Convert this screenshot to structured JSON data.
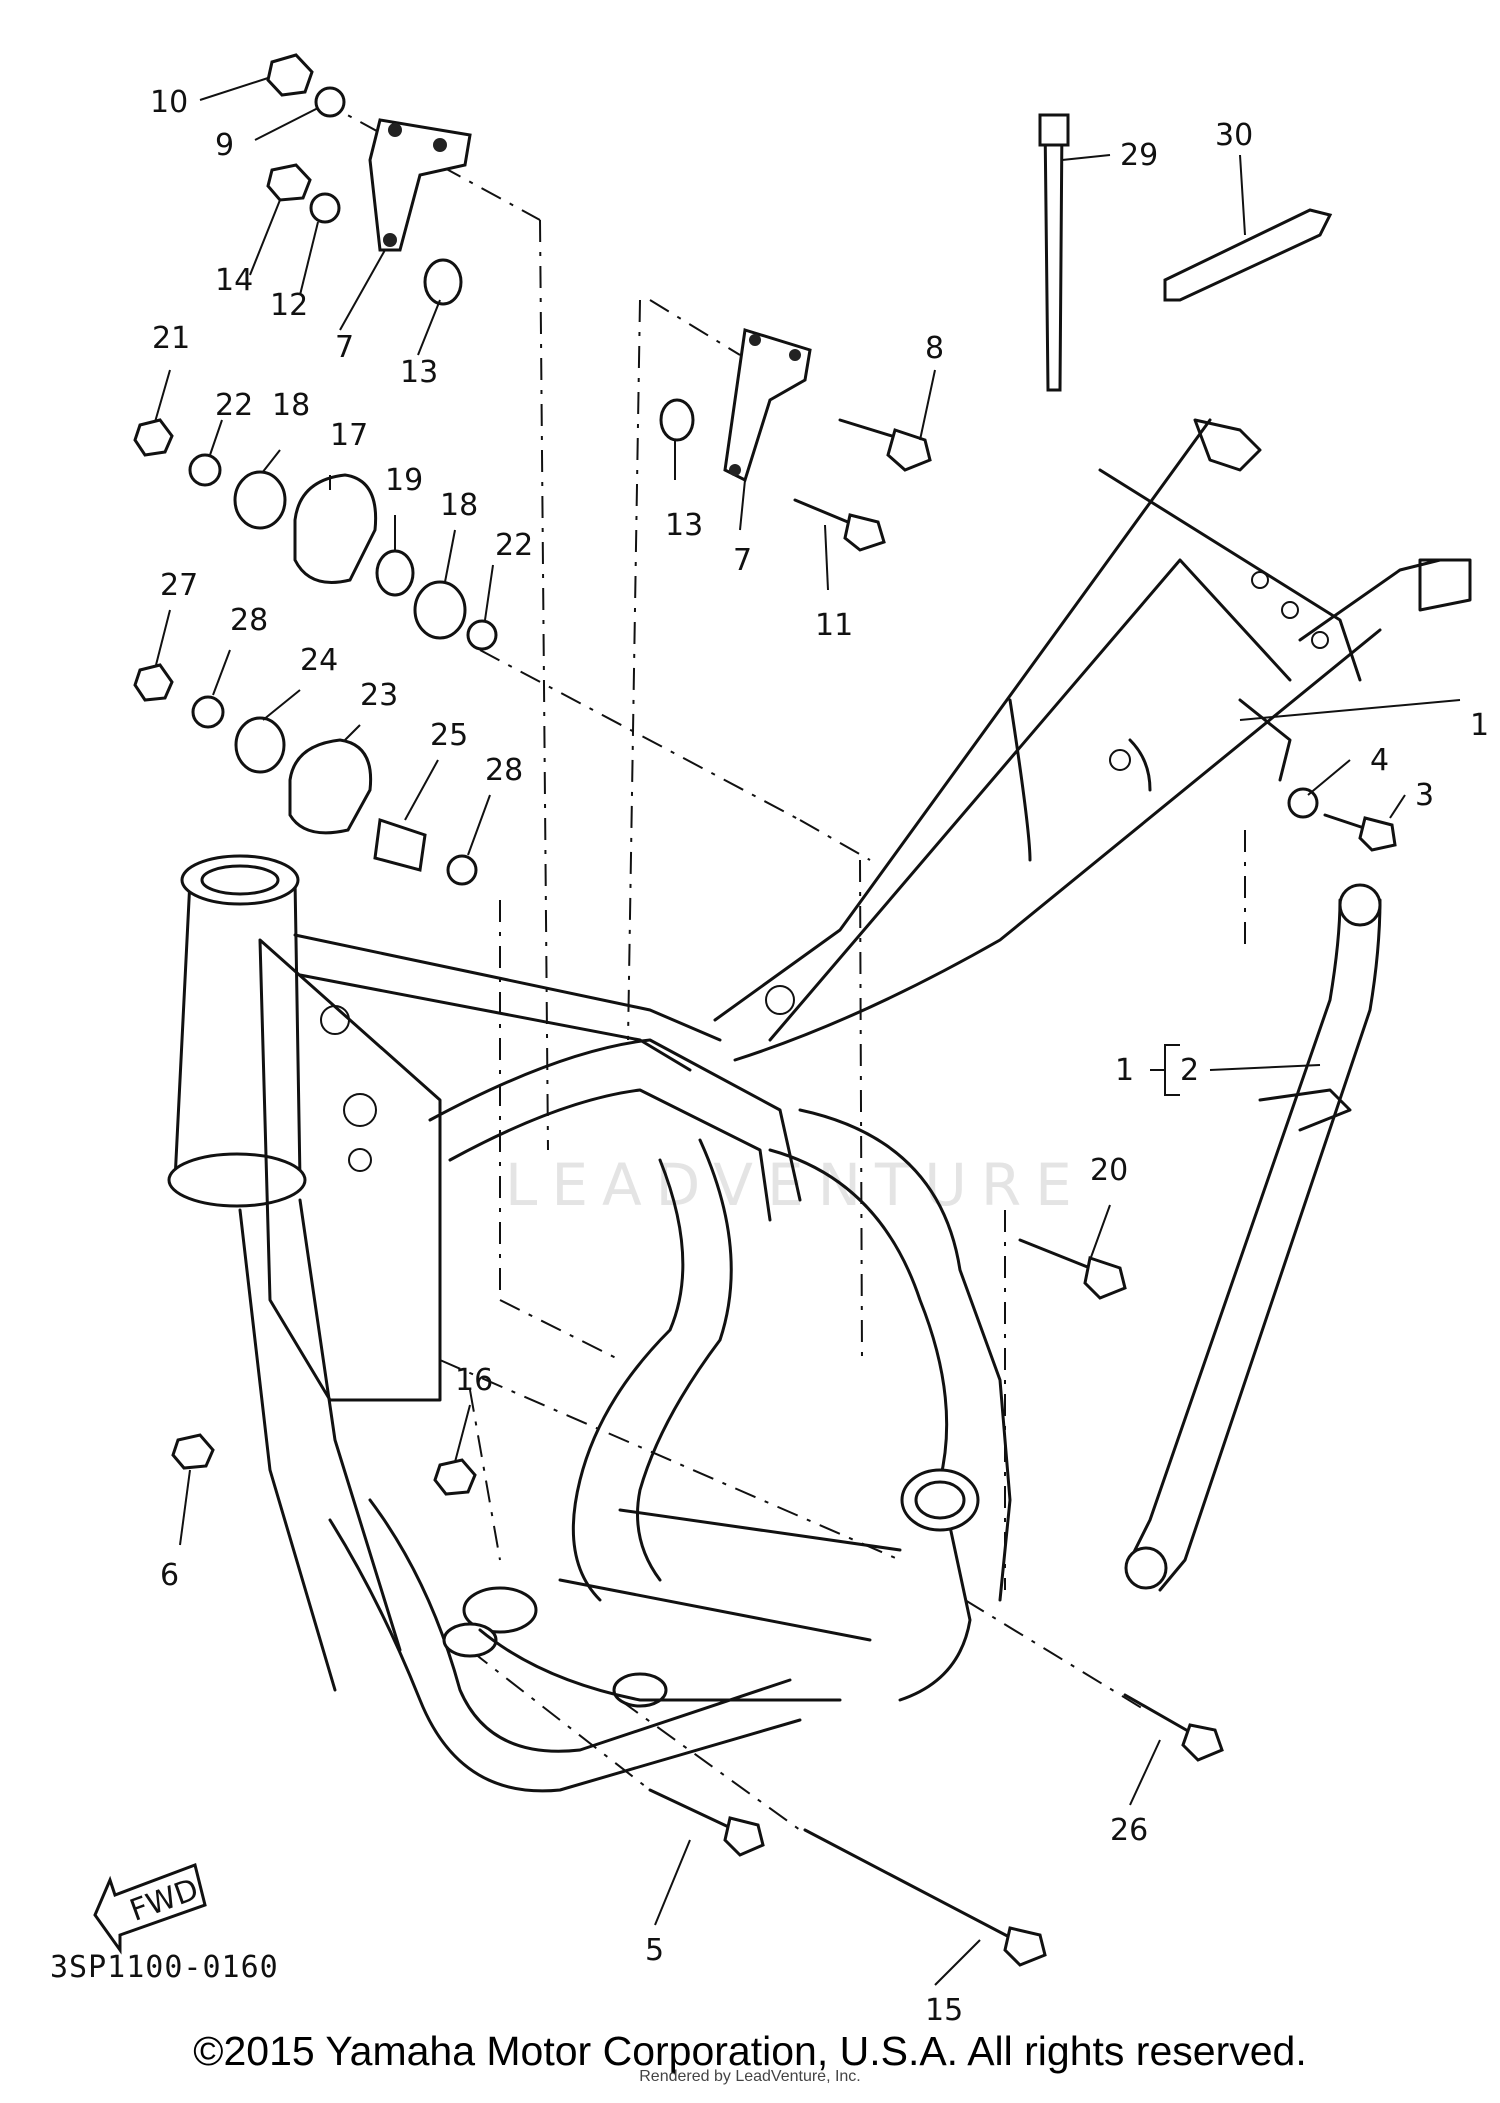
{
  "diagram": {
    "drawing_code": "3SP1100-0160",
    "fwd_label": "FWD",
    "watermark": "LEADVENTURE",
    "copyright": "©2015 Yamaha Motor Corporation, U.S.A. All rights reserved.",
    "rendered_by": "Rendered by LeadVenture, Inc.",
    "callouts": [
      "1",
      "2",
      "3",
      "4",
      "5",
      "6",
      "7",
      "8",
      "9",
      "10",
      "11",
      "12",
      "13",
      "14",
      "15",
      "16",
      "17",
      "18",
      "19",
      "20",
      "21",
      "22",
      "23",
      "24",
      "25",
      "26",
      "27",
      "28",
      "29",
      "30"
    ]
  }
}
